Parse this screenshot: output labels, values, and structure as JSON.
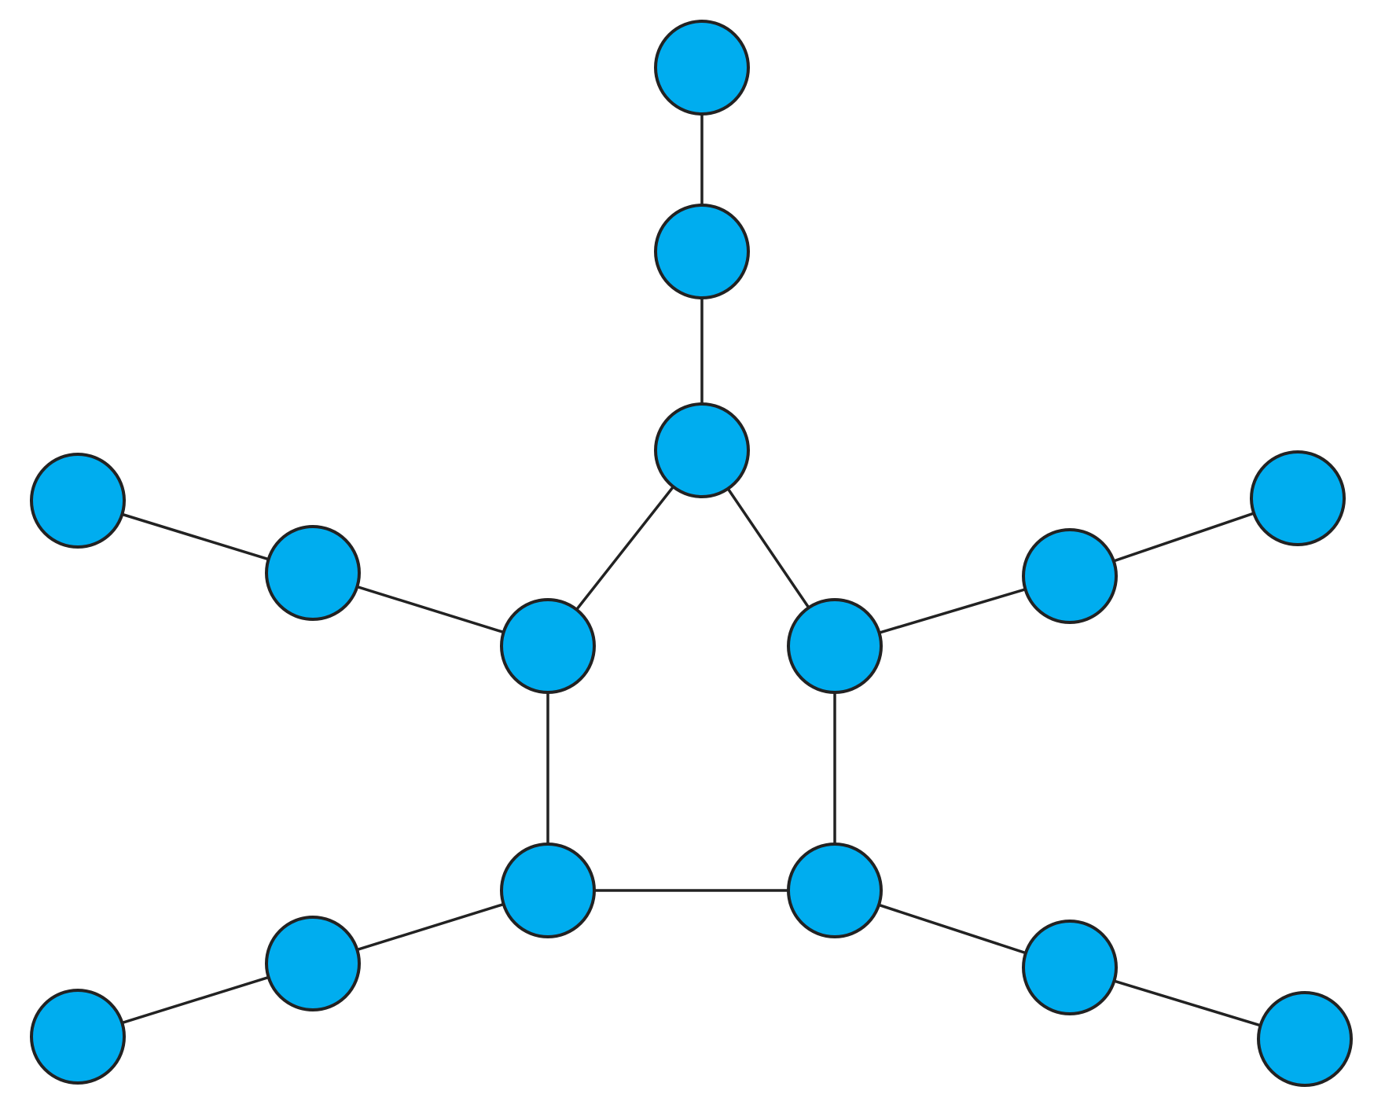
{
  "diagram": {
    "node_fill": "#00adef",
    "outline": "#222222",
    "background": "#ffffff",
    "nodes": [
      {
        "id": "top"
      },
      {
        "id": "upper"
      },
      {
        "id": "apex"
      },
      {
        "id": "ring-left"
      },
      {
        "id": "ring-right"
      },
      {
        "id": "ring-bottom-left"
      },
      {
        "id": "ring-bottom-right"
      },
      {
        "id": "left-mid"
      },
      {
        "id": "left-far"
      },
      {
        "id": "right-mid"
      },
      {
        "id": "right-far"
      },
      {
        "id": "bottom-left-mid"
      },
      {
        "id": "bottom-left-far"
      },
      {
        "id": "bottom-right-mid"
      },
      {
        "id": "bottom-right-far"
      }
    ],
    "edges": [
      [
        "top",
        "upper"
      ],
      [
        "upper",
        "apex"
      ],
      [
        "apex",
        "ring-left"
      ],
      [
        "apex",
        "ring-right"
      ],
      [
        "ring-left",
        "ring-bottom-left"
      ],
      [
        "ring-right",
        "ring-bottom-right"
      ],
      [
        "ring-bottom-left",
        "ring-bottom-right"
      ],
      [
        "ring-left",
        "left-mid"
      ],
      [
        "left-mid",
        "left-far"
      ],
      [
        "ring-right",
        "right-mid"
      ],
      [
        "right-mid",
        "right-far"
      ],
      [
        "ring-bottom-left",
        "bottom-left-mid"
      ],
      [
        "bottom-left-mid",
        "bottom-left-far"
      ],
      [
        "ring-bottom-right",
        "bottom-right-mid"
      ],
      [
        "bottom-right-mid",
        "bottom-right-far"
      ]
    ]
  }
}
